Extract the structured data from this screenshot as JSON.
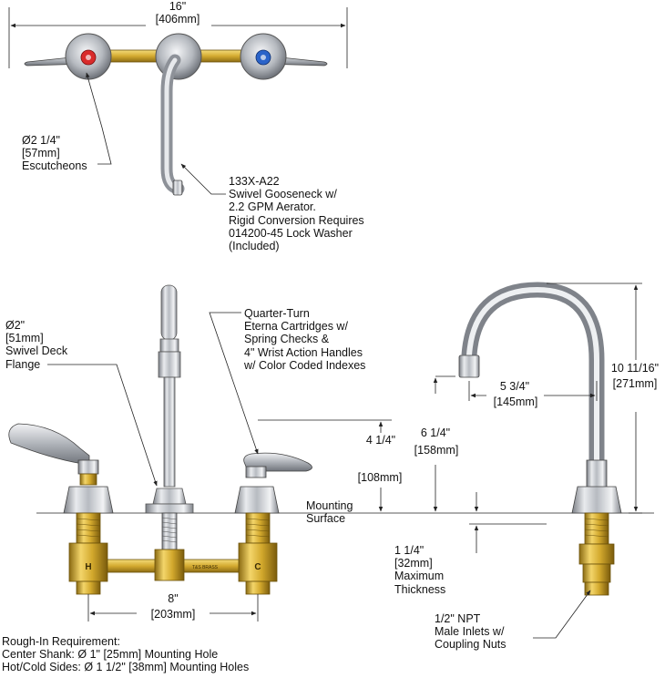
{
  "dimensions": {
    "overall_width_in": "16\"",
    "overall_width_mm": "[406mm]",
    "center_spacing_in": "8\"",
    "center_spacing_mm": "[203mm]",
    "spout_reach_in": "5 3/4\"",
    "spout_reach_mm": "[145mm]",
    "spout_overall_height_in": "10 11/16\"",
    "spout_overall_height_mm": "[271mm]",
    "spout_outlet_height_in": "6 1/4\"",
    "spout_outlet_height_mm": "[158mm]",
    "handle_height_in": "4 1/4\"",
    "handle_height_mm": "[108mm]"
  },
  "callouts": {
    "escutcheons": [
      "Ø2 1/4\"",
      "[57mm]",
      "Escutcheons"
    ],
    "gooseneck": [
      "133X-A22",
      "Swivel Gooseneck w/",
      "2.2 GPM Aerator.",
      "Rigid Conversion Requires",
      "014200-45 Lock Washer",
      "(Included)"
    ],
    "deck_flange": [
      "Ø2\"",
      "[51mm]",
      "Swivel Deck",
      "Flange"
    ],
    "cartridges": [
      "Quarter-Turn",
      "Eterna Cartridges w/",
      "Spring Checks &",
      "4\" Wrist Action Handles",
      "w/ Color Coded Indexes"
    ],
    "mounting_surface": [
      "Mounting",
      "Surface"
    ],
    "max_thickness": [
      "1 1/4\"",
      "[32mm]",
      "Maximum",
      "Thickness"
    ],
    "inlets": [
      "1/2\" NPT",
      "Male Inlets w/",
      "Coupling Nuts"
    ],
    "rough_in": [
      "Rough-In Requirement:",
      "Center Shank:  Ø 1\" [25mm] Mounting Hole",
      "Hot/Cold Sides:  Ø 1 1/2\" [38mm] Mounting Holes"
    ]
  },
  "body_markings": {
    "hot": "H",
    "cold": "C",
    "stamp": "T&S BRASS"
  },
  "colors": {
    "line": "#222222",
    "chrome": "#b9bcc2",
    "brass": "#d8b13a",
    "hot_index": "#d92b2b",
    "cold_index": "#2a63c9"
  }
}
